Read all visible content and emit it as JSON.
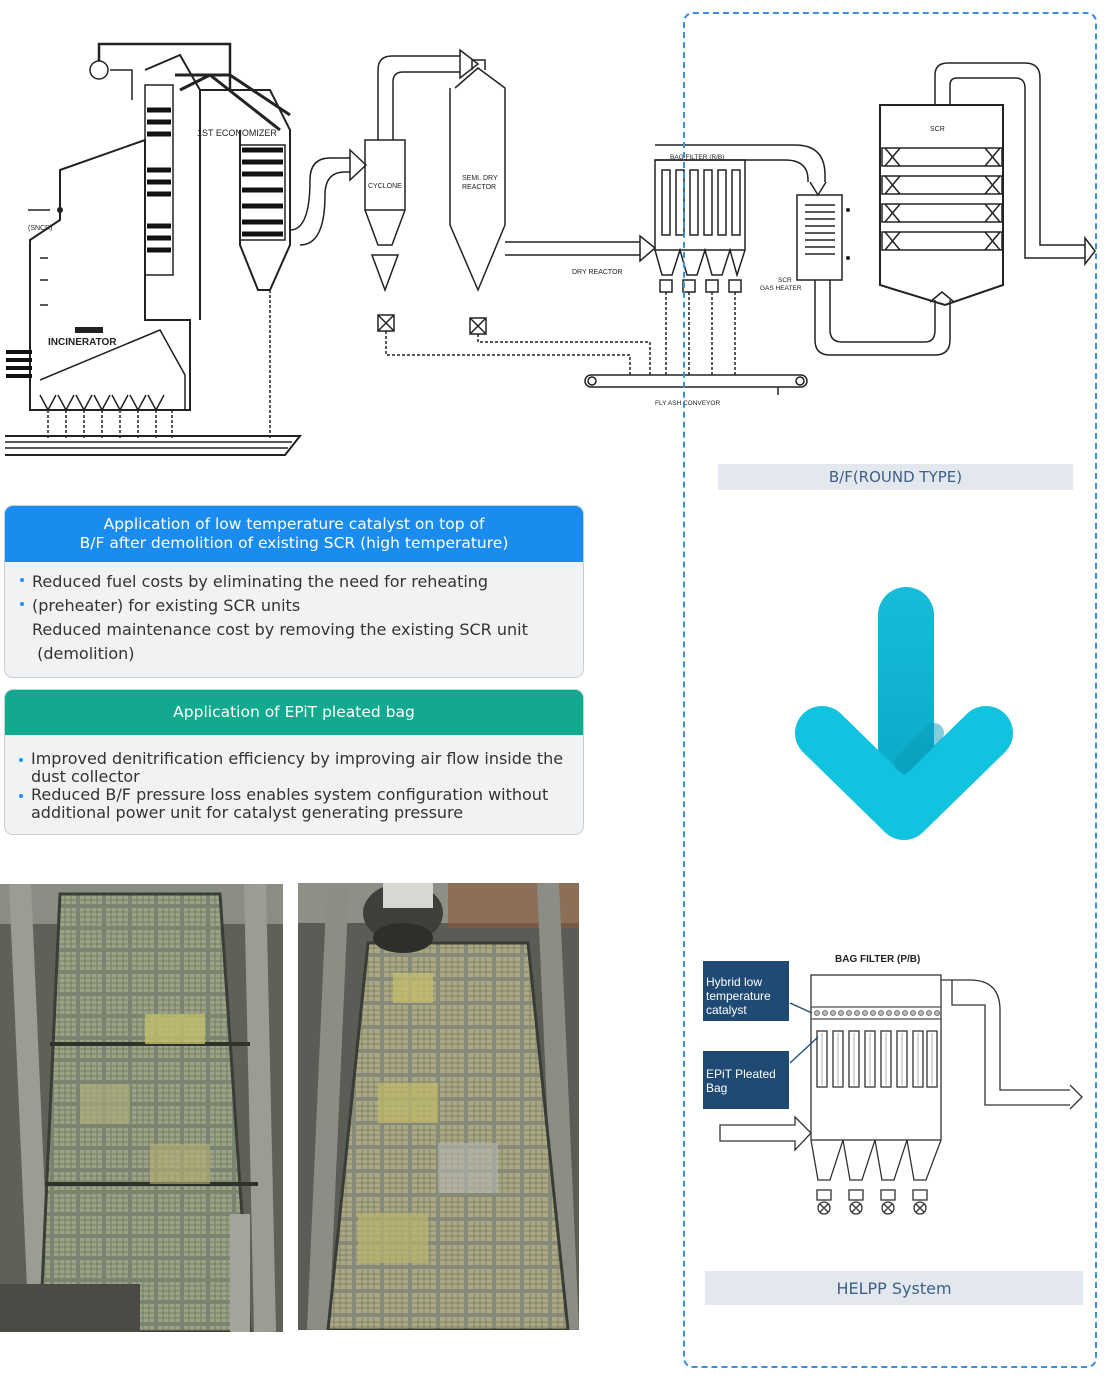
{
  "top_diagram": {
    "labels": {
      "economizer": "1ST ECONOMIZER",
      "sncr": "(SNCR)",
      "incinerator": "INCINERATOR",
      "cyclone": "CYCLONE",
      "semi_dry_reactor_1": "SEMI. DRY",
      "semi_dry_reactor_2": "REACTOR",
      "dry_reactor": "DRY REACTOR",
      "bag_filter": "BAG FILTER (R/B)",
      "scr": "SCR",
      "scr_gas_heater_1": "SCR",
      "scr_gas_heater_2": "GAS HEATER",
      "fly_ash_conveyor": "FLY ASH CONVEYOR"
    }
  },
  "captions": {
    "round_type": "B/F(ROUND TYPE)",
    "helpp": "HELPP System"
  },
  "card1": {
    "title_line1": "Application of low temperature catalyst on top of",
    "title_line2": "B/F after demolition of existing SCR (high temperature)",
    "lines": [
      "Reduced fuel costs by eliminating the need for reheating",
      "(preheater) for existing SCR units",
      "Reduced maintenance cost by removing the existing SCR unit",
      " (demolition)"
    ]
  },
  "card2": {
    "title": "Application of EPiT pleated bag",
    "items": [
      {
        "line1": "Improved denitrification efficiency by improving air flow inside the",
        "line2": "dust collector"
      },
      {
        "line1": "Reduced B/F pressure loss enables system configuration without",
        "line2": "additional power unit for catalyst generating pressure"
      }
    ]
  },
  "helpp_diagram": {
    "title": "BAG FILTER (P/B)",
    "label_catalyst": [
      "Hybrid low",
      "temperature",
      "catalyst"
    ],
    "label_bag": [
      "EPiT Pleated",
      "Bag"
    ]
  },
  "colors": {
    "blue_header": "#1a8cf0",
    "green_header": "#12a98e",
    "arrow": "#12b7d4",
    "dash_border": "#3a8fe0",
    "label_box": "#1f4a73"
  }
}
